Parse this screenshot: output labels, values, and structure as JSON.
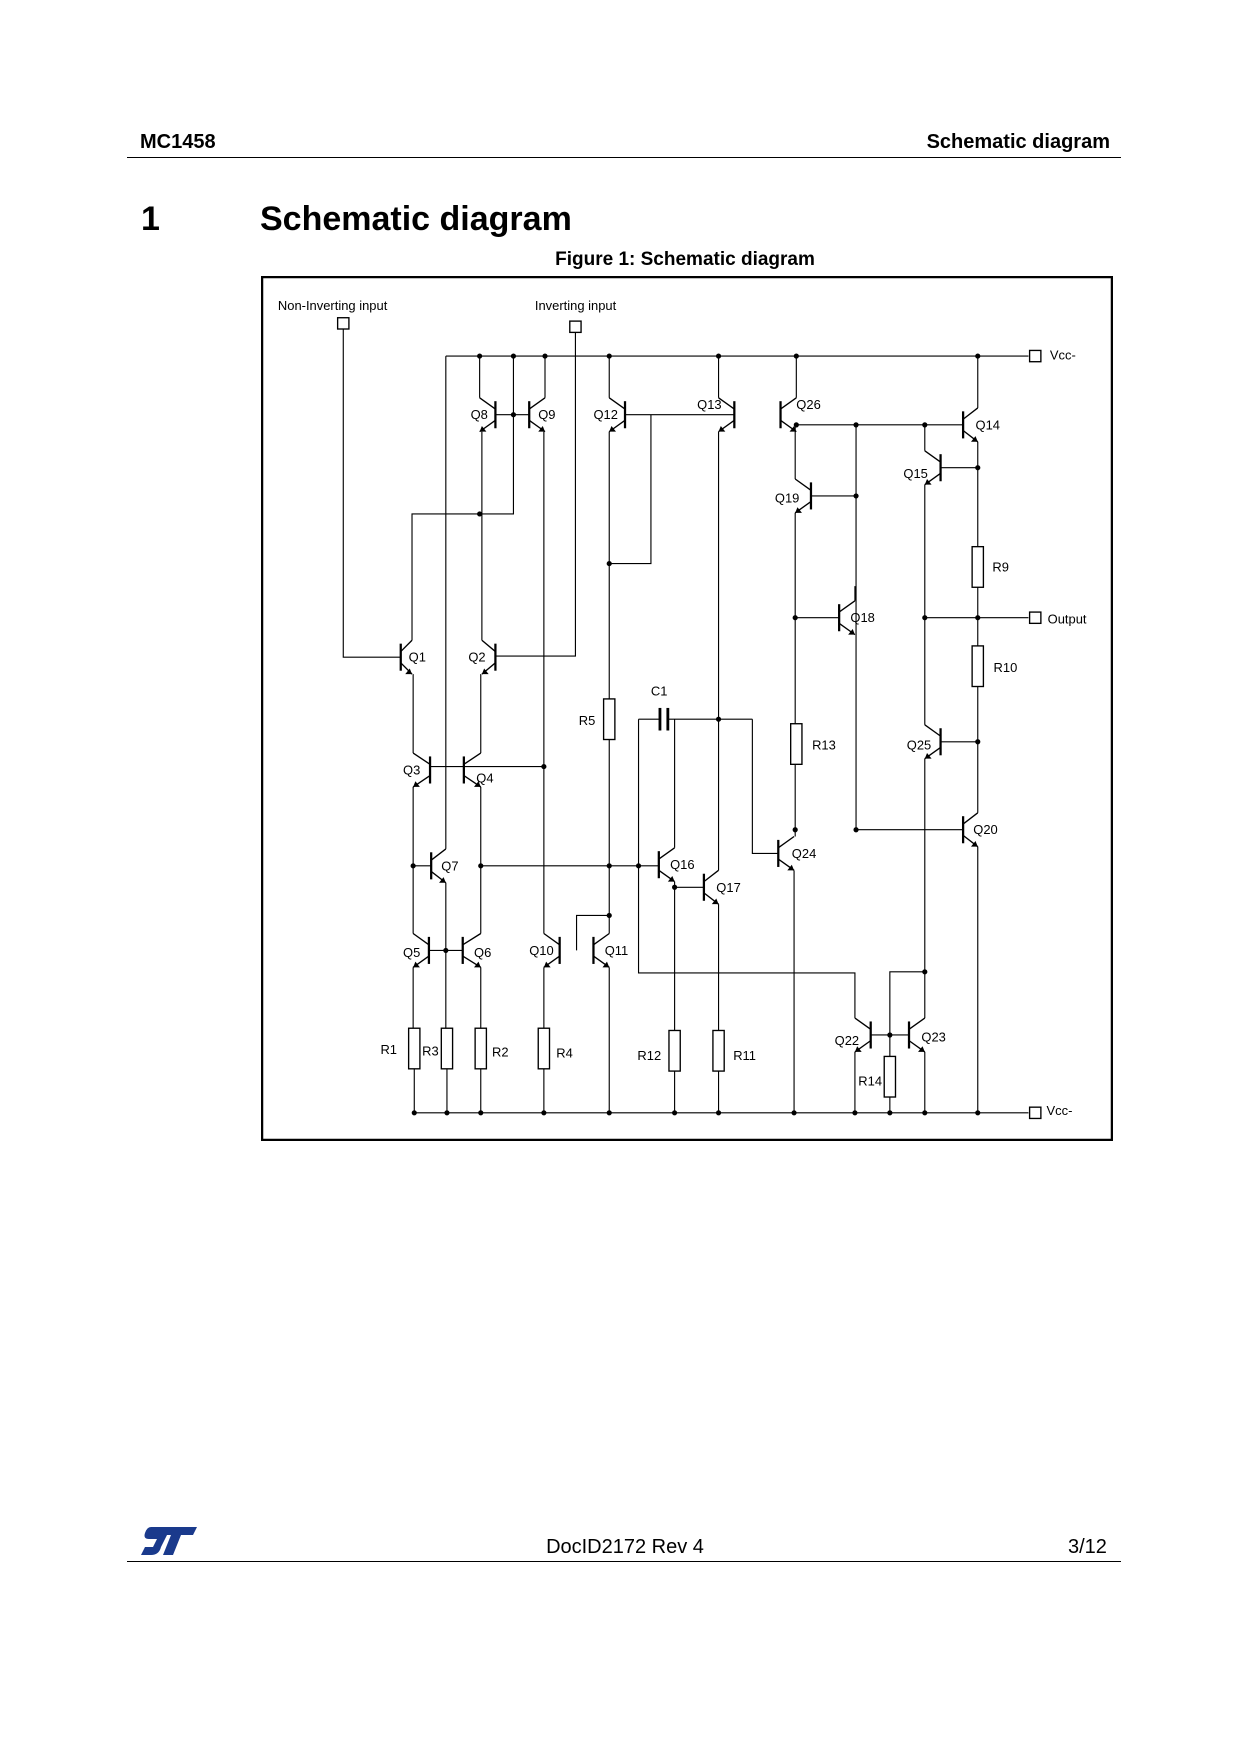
{
  "header": {
    "left": "MC1458",
    "right": "Schematic diagram"
  },
  "section": {
    "number": "1",
    "title": "Schematic diagram"
  },
  "figure": {
    "caption": "Figure 1: Schematic diagram",
    "pins": {
      "non_inverting": "Non-Inverting input",
      "inverting": "Inverting input",
      "vcc_top": "Vcc-",
      "output": "Output",
      "vcc_bottom": "Vcc-"
    },
    "labels": {
      "Q1": "Q1",
      "Q2": "Q2",
      "Q3": "Q3",
      "Q4": "Q4",
      "Q5": "Q5",
      "Q6": "Q6",
      "Q7": "Q7",
      "Q8": "Q8",
      "Q9": "Q9",
      "Q10": "Q10",
      "Q11": "Q11",
      "Q12": "Q12",
      "Q13": "Q13",
      "Q14": "Q14",
      "Q15": "Q15",
      "Q16": "Q16",
      "Q17": "Q17",
      "Q18": "Q18",
      "Q19": "Q19",
      "Q20": "Q20",
      "Q22": "Q22",
      "Q23": "Q23",
      "Q24": "Q24",
      "Q25": "Q25",
      "Q26": "Q26",
      "R1": "R1",
      "R2": "R2",
      "R3": "R3",
      "R4": "R4",
      "R5": "R5",
      "R9": "R9",
      "R10": "R10",
      "R11": "R11",
      "R12": "R12",
      "R13": "R13",
      "R14": "R14",
      "C1": "C1"
    }
  },
  "footer": {
    "logo": "ST",
    "doc_id": "DocID2172 Rev 4",
    "page": "3/12"
  }
}
